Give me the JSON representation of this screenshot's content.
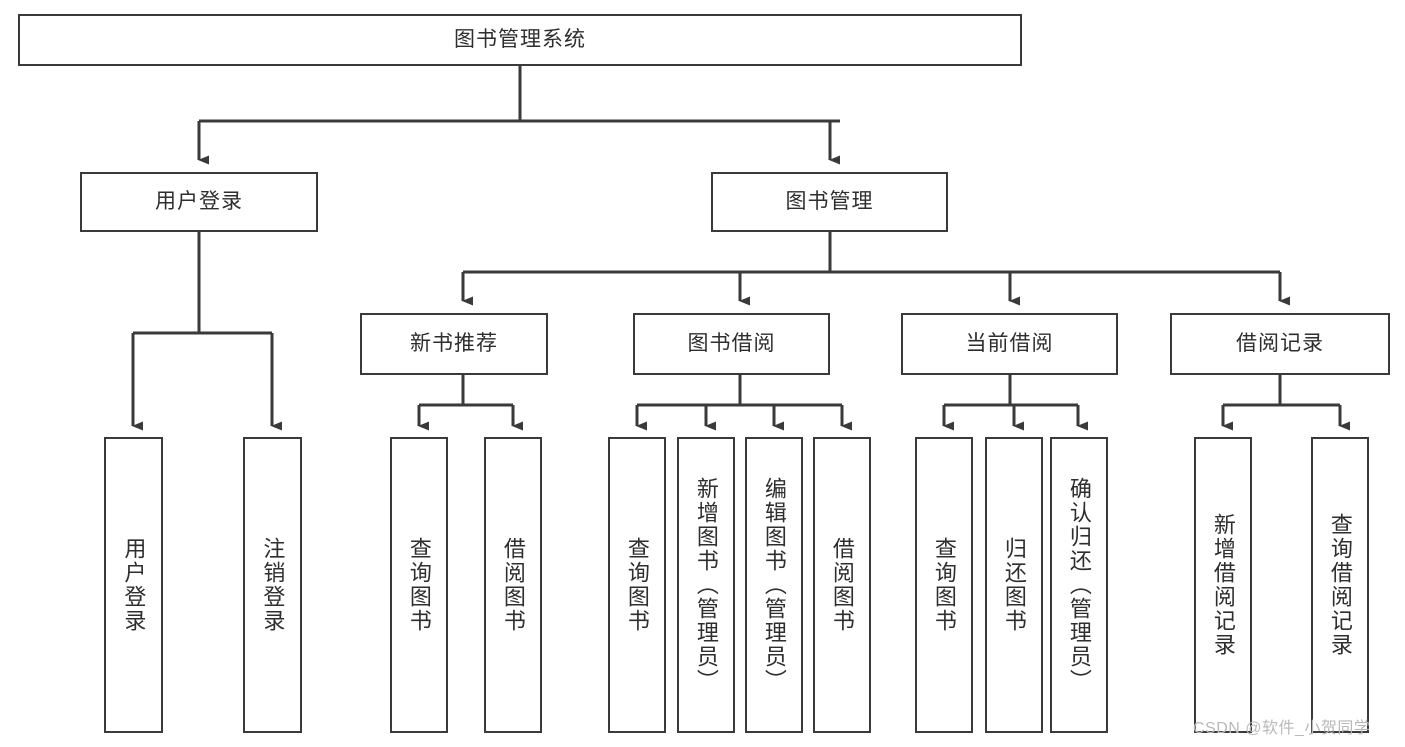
{
  "diagram": {
    "title": "图书管理系统",
    "type": "tree",
    "watermark": "CSDN @软件_小贺同学",
    "colors": {
      "stroke": "#3a3a3a",
      "text": "#2e2e2e",
      "background": "#ffffff",
      "watermark": "#b9b9b9"
    },
    "root": {
      "label": "图书管理系统"
    },
    "level2": [
      {
        "id": "user-login",
        "label": "用户登录"
      },
      {
        "id": "book-manage",
        "label": "图书管理"
      }
    ],
    "level3": [
      {
        "id": "new-book-recommend",
        "label": "新书推荐"
      },
      {
        "id": "book-borrow",
        "label": "图书借阅"
      },
      {
        "id": "current-borrow",
        "label": "当前借阅"
      },
      {
        "id": "borrow-record",
        "label": "借阅记录"
      }
    ],
    "leaves": [
      {
        "id": "leaf-user-login",
        "label": "用户登录"
      },
      {
        "id": "leaf-user-logout",
        "label": "注销登录"
      },
      {
        "id": "leaf-query-book-1",
        "label": "查询图书"
      },
      {
        "id": "leaf-borrow-book-1",
        "label": "借阅图书"
      },
      {
        "id": "leaf-query-book-2",
        "label": "查询图书"
      },
      {
        "id": "leaf-add-book",
        "label": "新增图书（管理员）"
      },
      {
        "id": "leaf-edit-book",
        "label": "编辑图书（管理员）"
      },
      {
        "id": "leaf-borrow-book-2",
        "label": "借阅图书"
      },
      {
        "id": "leaf-query-book-3",
        "label": "查询图书"
      },
      {
        "id": "leaf-return-book",
        "label": "归还图书"
      },
      {
        "id": "leaf-confirm-return",
        "label": "确认归还（管理员）"
      },
      {
        "id": "leaf-add-record",
        "label": "新增借阅记录"
      },
      {
        "id": "leaf-query-record",
        "label": "查询借阅记录"
      }
    ],
    "edges": [
      {
        "from": "图书管理系统",
        "to": "用户登录"
      },
      {
        "from": "图书管理系统",
        "to": "图书管理"
      },
      {
        "from": "用户登录",
        "to": "用户登录"
      },
      {
        "from": "用户登录",
        "to": "注销登录"
      },
      {
        "from": "图书管理",
        "to": "新书推荐"
      },
      {
        "from": "图书管理",
        "to": "图书借阅"
      },
      {
        "from": "图书管理",
        "to": "当前借阅"
      },
      {
        "from": "图书管理",
        "to": "借阅记录"
      },
      {
        "from": "新书推荐",
        "to": "查询图书"
      },
      {
        "from": "新书推荐",
        "to": "借阅图书"
      },
      {
        "from": "图书借阅",
        "to": "查询图书"
      },
      {
        "from": "图书借阅",
        "to": "新增图书（管理员）"
      },
      {
        "from": "图书借阅",
        "to": "编辑图书（管理员）"
      },
      {
        "from": "图书借阅",
        "to": "借阅图书"
      },
      {
        "from": "当前借阅",
        "to": "查询图书"
      },
      {
        "from": "当前借阅",
        "to": "归还图书"
      },
      {
        "from": "当前借阅",
        "to": "确认归还（管理员）"
      },
      {
        "from": "借阅记录",
        "to": "新增借阅记录"
      },
      {
        "from": "借阅记录",
        "to": "查询借阅记录"
      }
    ]
  }
}
